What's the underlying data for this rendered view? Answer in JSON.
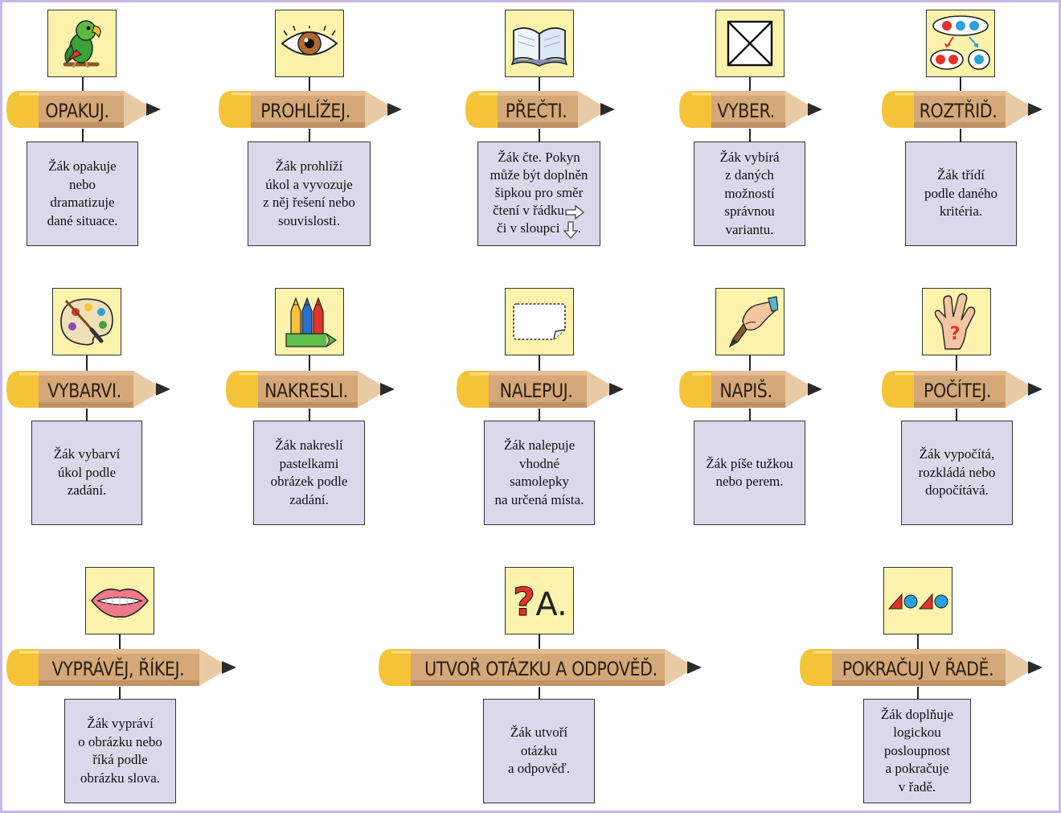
{
  "items": [
    {
      "id": "opakuj",
      "label": "OPAKUJ.",
      "description": "Žák opakuje\nnebo\ndramatizuje\ndané situace.",
      "icon": "parrot-icon"
    },
    {
      "id": "prohlizej",
      "label": "PROHLÍŽEJ.",
      "description": "Žák prohlíží\núkol a vyvozuje\nz něj řešení nebo\nsouvislosti.",
      "icon": "eye-icon"
    },
    {
      "id": "precti",
      "label": "PŘEČTI.",
      "description": "Žák čte. Pokyn\nmůže být doplněn\nšipkou pro směr\nčtení v řádku",
      "description_end": "či v sloupci",
      "description_end_punct": ".",
      "icon": "open-book-icon"
    },
    {
      "id": "vyber",
      "label": "VYBER.",
      "description": "Žák vybírá\nz daných\nmožností\nsprávnou\nvariantu.",
      "icon": "crossed-box-icon"
    },
    {
      "id": "roztrid",
      "label": "ROZTŘIĎ.",
      "description": "Žák třídí\npodle daného\nkritéria.",
      "icon": "sorting-dots-icon"
    },
    {
      "id": "vybarvi",
      "label": "VYBARVI.",
      "description": "Žák vybarví\núkol podle\nzadání.",
      "icon": "palette-icon"
    },
    {
      "id": "nakresli",
      "label": "NAKRESLI.",
      "description": "Žák nakreslí\npastelkami\nobrázek podle\nzadání.",
      "icon": "crayons-icon"
    },
    {
      "id": "nalepuj",
      "label": "NALEPUJ.",
      "description": "Žák nalepuje\nvhodné\nsamolepky\nna určená místa.",
      "icon": "sticker-icon"
    },
    {
      "id": "napis",
      "label": "NAPIŠ.",
      "description": "Žák píše tužkou\nnebo perem.",
      "icon": "writing-hand-icon"
    },
    {
      "id": "pocitej",
      "label": "POČÍTEJ.",
      "description": "Žák vypočítá,\nrozkládá nebo\ndopočítává.",
      "icon": "counting-hand-icon"
    },
    {
      "id": "vypravej",
      "label": "VYPRÁVĚJ, ŘÍKEJ.",
      "description": "Žák vypráví\no obrázku nebo\nříká podle\nobrázku slova.",
      "icon": "lips-icon"
    },
    {
      "id": "utvor",
      "label": "UTVOŘ OTÁZKU A ODPOVĚĎ.",
      "description": "Žák utvoří\notázku\na odpověď.",
      "icon": "question-answer-icon",
      "icon_text_q": "?",
      "icon_text_a": "A."
    },
    {
      "id": "pokracuj",
      "label": "POKRAČUJ V ŘADĚ.",
      "description": "Žák doplňuje\nlogickou\nposloupnost\na pokračuje\nv řadě.",
      "icon": "pattern-sequence-icon"
    }
  ],
  "colors": {
    "icon_bg": "#fbf3ab",
    "desc_bg": "#dcd8ec",
    "pencil_wood": "#d4a878",
    "pencil_yellow": "#f5c338",
    "border": "#c6b8e6"
  }
}
